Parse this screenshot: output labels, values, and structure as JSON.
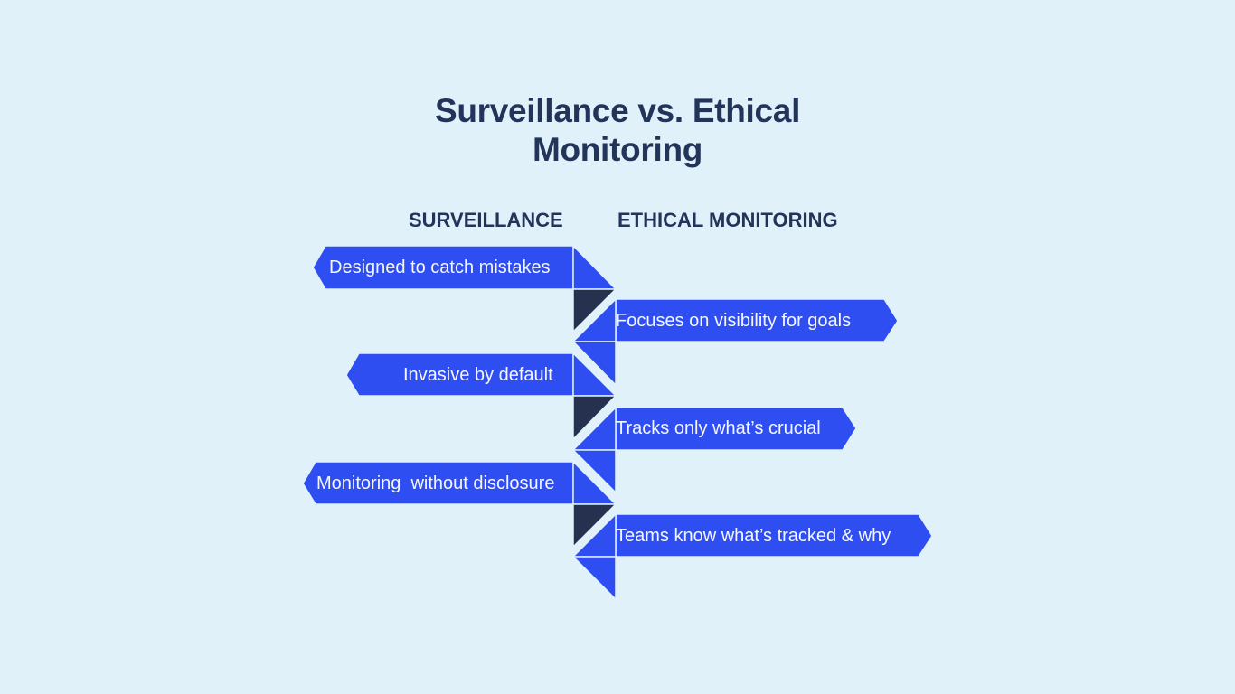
{
  "title": {
    "line1": "Surveillance vs. Ethical",
    "line2": "Monitoring"
  },
  "columns": {
    "left": "SURVEILLANCE",
    "right": "ETHICAL MONITORING"
  },
  "surveillance_items": [
    {
      "label": "Designed to catch mistakes"
    },
    {
      "label": "Invasive by default"
    },
    {
      "label": "Monitoring  without disclosure"
    }
  ],
  "ethical_items": [
    {
      "label": "Focuses on visibility for goals"
    },
    {
      "label": "Tracks only what’s crucial"
    },
    {
      "label": "Teams know what’s tracked & why"
    }
  ],
  "colors": {
    "background": "#e1f1fa",
    "arrow_blue": "#2f4ef2",
    "dark_navy": "#263150",
    "text_dark": "#23345a"
  }
}
